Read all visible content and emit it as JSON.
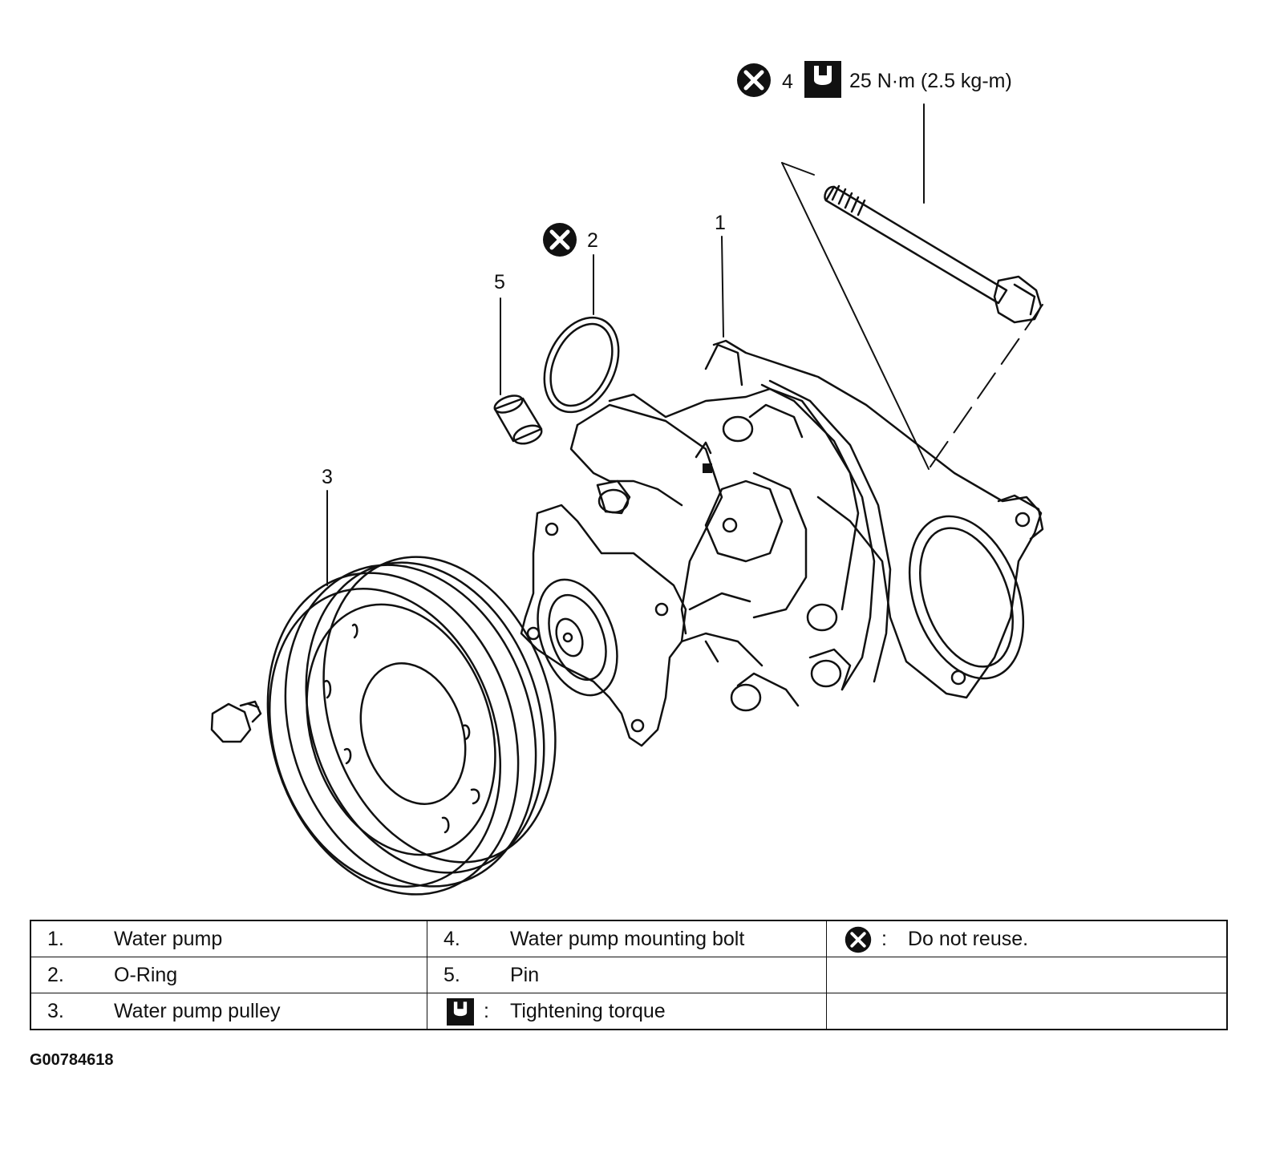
{
  "callouts": {
    "c1": "1",
    "c2": "2",
    "c3": "3",
    "c4": "4",
    "c5": "5"
  },
  "torque_spec": "25 N·m (2.5 kg-m)",
  "legend": {
    "rows": [
      {
        "num": "1.",
        "text": "Water pump",
        "num2": "4.",
        "text2": "Water pump mounting bolt",
        "sym_text": "Do not reuse."
      },
      {
        "num": "2.",
        "text": "O-Ring",
        "num2": "5.",
        "text2": "Pin",
        "sym_text": ""
      },
      {
        "num": "3.",
        "text": "Water pump pulley",
        "text2": "Tightening torque",
        "sym_text": ""
      }
    ],
    "colon": ":"
  },
  "icons": {
    "do_not_reuse": "x-circle-icon",
    "tightening_torque": "torque-wrench-icon"
  },
  "figure_id": "G00784618"
}
